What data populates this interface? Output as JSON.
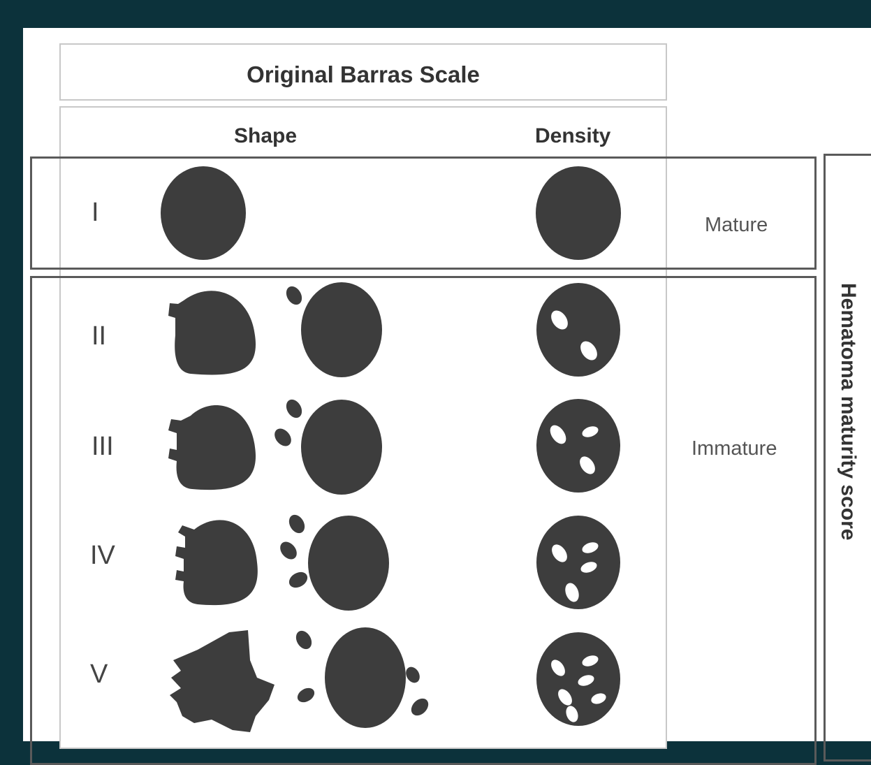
{
  "diagram": {
    "title": "Original Barras Scale",
    "columns": {
      "shape": "Shape",
      "density": "Density"
    },
    "grades": [
      {
        "numeral": "I"
      },
      {
        "numeral": "II"
      },
      {
        "numeral": "III"
      },
      {
        "numeral": "IV"
      },
      {
        "numeral": "V"
      }
    ],
    "categories": {
      "mature": "Mature",
      "immature": "Immature"
    },
    "side_label": "Hematoma maturity score"
  },
  "colors": {
    "background": "#0c323b",
    "shape_fill": "#3d3d3d",
    "panel_border": "#c8c8c8",
    "group_border": "#5a5a5a"
  }
}
